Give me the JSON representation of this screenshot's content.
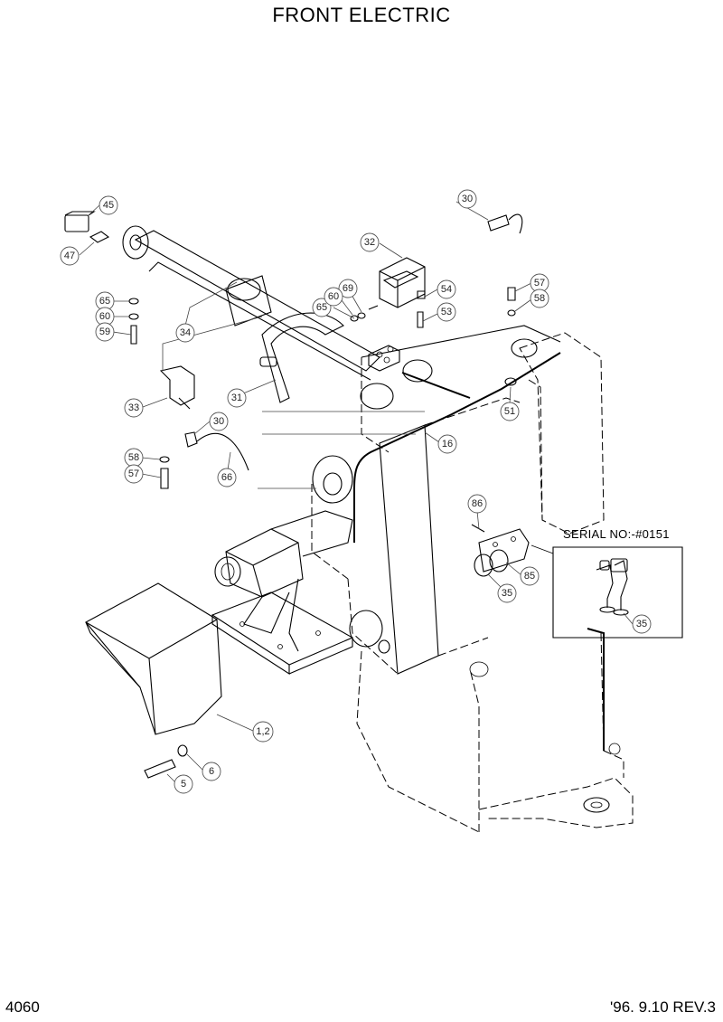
{
  "title": "FRONT ELECTRIC",
  "page_number": "4060",
  "revision": "'96. 9.10  REV.3",
  "serial_note": "SERIAL NO:-#0151",
  "callouts": [
    "45",
    "47",
    "65",
    "60",
    "59",
    "34",
    "33",
    "58",
    "57",
    "31",
    "30",
    "66",
    "32",
    "69",
    "65",
    "60",
    "54",
    "53",
    "57",
    "58",
    "51",
    "16",
    "86",
    "85",
    "35",
    "35",
    "1,2",
    "6",
    "5",
    "30"
  ]
}
